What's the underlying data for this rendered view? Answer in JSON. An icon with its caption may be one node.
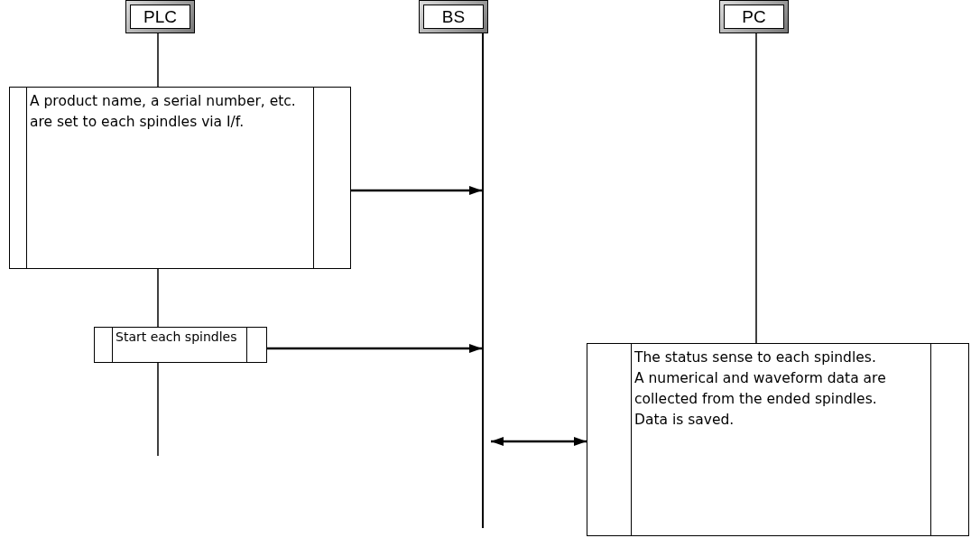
{
  "diagram": {
    "nodes": [
      {
        "text": [
          "PLC"
        ]
      },
      {
        "text": [
          "BS"
        ]
      },
      {
        "text": [
          "PC"
        ]
      },
      {
        "text": [],
        "shape": "line"
      },
      {
        "text": [
          "A product name, a serial number, etc. are set to each spindles via I/f."
        ]
      },
      {
        "text": [
          "Start each spindles"
        ]
      },
      {
        "text": [
          "The status sense to each spindles.",
          "A numerical and waveform data are collected from the ended spindles.",
          "Data is saved."
        ]
      }
    ],
    "edges": [
      {
        "from": 0,
        "to": 4,
        "arrow": "none"
      },
      {
        "from": 4,
        "to": 5,
        "arrow": "none"
      },
      {
        "from": 5,
        "to": null,
        "arrow": "none"
      },
      {
        "from": 2,
        "to": 6,
        "arrow": "none"
      },
      {
        "from": 4,
        "to": 3,
        "arrow": "to"
      },
      {
        "from": 5,
        "to": 3,
        "arrow": "to"
      },
      {
        "from": 3,
        "to": 6,
        "arrow": "both"
      }
    ]
  }
}
